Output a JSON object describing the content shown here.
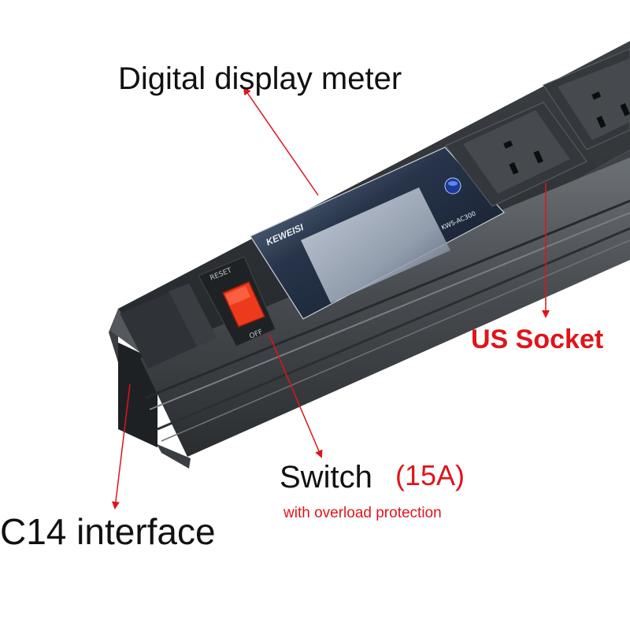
{
  "labels": {
    "digital_display_meter": "Digital display meter",
    "us_socket": "US Socket",
    "switch": "Switch",
    "switch_rating": "(15A)",
    "overload_note": "with overload protection",
    "c14_interface": "C14 interface"
  },
  "device": {
    "brand": "KEWEISI",
    "meter_model": "KWS-AC300",
    "switch_top": "RESET",
    "switch_bottom": "OFF"
  },
  "colors": {
    "annotation_red": "#e0141b",
    "rocker_red": "#ee3a1c",
    "body_dark": "#2a2d30",
    "body_light": "#5a5f64"
  }
}
